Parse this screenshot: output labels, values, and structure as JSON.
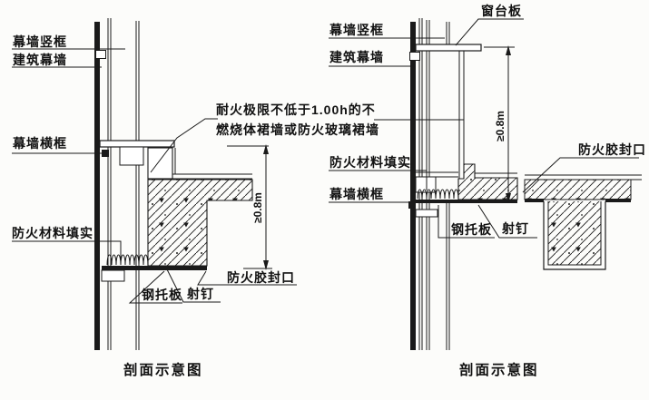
{
  "note": {
    "line1": "耐火极限不低于1.00h的不",
    "line2": "燃烧体裙墙或防火玻璃裙墙"
  },
  "left": {
    "caption": "剖面示意图",
    "labels": {
      "mullion": "幕墙竖框",
      "curtain_wall": "建筑幕墙",
      "transom": "幕墙横框",
      "firestop_fill": "防火材料填实",
      "steel_plate": "钢托板",
      "shot_nail": "射钉",
      "fire_sealant": "防火胶封口",
      "dimension": "≥0.8m"
    }
  },
  "right": {
    "caption": "剖面示意图",
    "labels": {
      "windowsill": "窗台板",
      "mullion": "幕墙竖框",
      "curtain_wall": "建筑幕墙",
      "firestop_fill": "防火材料填实",
      "transom": "幕墙横框",
      "steel_plate": "钢托板",
      "shot_nail": "射钉",
      "fire_sealant": "防火胶封口",
      "dimension": "≥0.8m"
    }
  },
  "colors": {
    "paper": "#fcfcfa",
    "ink": "#1a1a1a"
  }
}
